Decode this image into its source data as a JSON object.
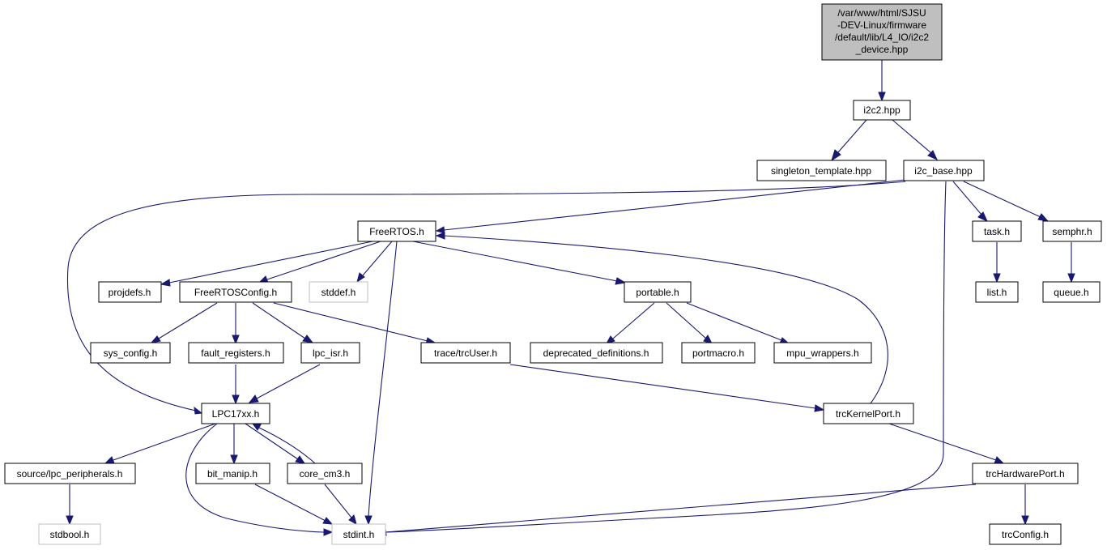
{
  "diagram": {
    "type": "include-dependency-graph",
    "colors": {
      "edge": "#191970",
      "root_fill": "#bfbfbf",
      "missing_stroke": "#bfbfbf",
      "node_stroke": "#000000"
    },
    "nodes": {
      "root": {
        "label_lines": [
          "/var/www/html/SJSU",
          "-DEV-Linux/firmware",
          "/default/lib/L4_IO/i2c2",
          "_device.hpp"
        ]
      },
      "i2c2_hpp": {
        "label": "i2c2.hpp"
      },
      "singleton_template_hpp": {
        "label": "singleton_template.hpp"
      },
      "i2c_base_hpp": {
        "label": "i2c_base.hpp"
      },
      "freertos_h": {
        "label": "FreeRTOS.h"
      },
      "task_h": {
        "label": "task.h"
      },
      "semphr_h": {
        "label": "semphr.h"
      },
      "projdefs_h": {
        "label": "projdefs.h"
      },
      "freertosconfig_h": {
        "label": "FreeRTOSConfig.h"
      },
      "stddef_h": {
        "label": "stddef.h"
      },
      "portable_h": {
        "label": "portable.h"
      },
      "list_h": {
        "label": "list.h"
      },
      "queue_h": {
        "label": "queue.h"
      },
      "sys_config_h": {
        "label": "sys_config.h"
      },
      "fault_registers_h": {
        "label": "fault_registers.h"
      },
      "lpc_isr_h": {
        "label": "lpc_isr.h"
      },
      "trc_user_h": {
        "label": "trace/trcUser.h"
      },
      "deprecated_definitions_h": {
        "label": "deprecated_definitions.h"
      },
      "portmacro_h": {
        "label": "portmacro.h"
      },
      "mpu_wrappers_h": {
        "label": "mpu_wrappers.h"
      },
      "lpc17xx_h": {
        "label": "LPC17xx.h"
      },
      "trc_kernel_port_h": {
        "label": "trcKernelPort.h"
      },
      "lpc_peripherals_h": {
        "label": "source/lpc_peripherals.h"
      },
      "bit_manip_h": {
        "label": "bit_manip.h"
      },
      "core_cm3_h": {
        "label": "core_cm3.h"
      },
      "trc_hardware_port_h": {
        "label": "trcHardwarePort.h"
      },
      "stdbool_h": {
        "label": "stdbool.h"
      },
      "stdint_h": {
        "label": "stdint.h"
      },
      "trc_config_h": {
        "label": "trcConfig.h"
      }
    }
  }
}
